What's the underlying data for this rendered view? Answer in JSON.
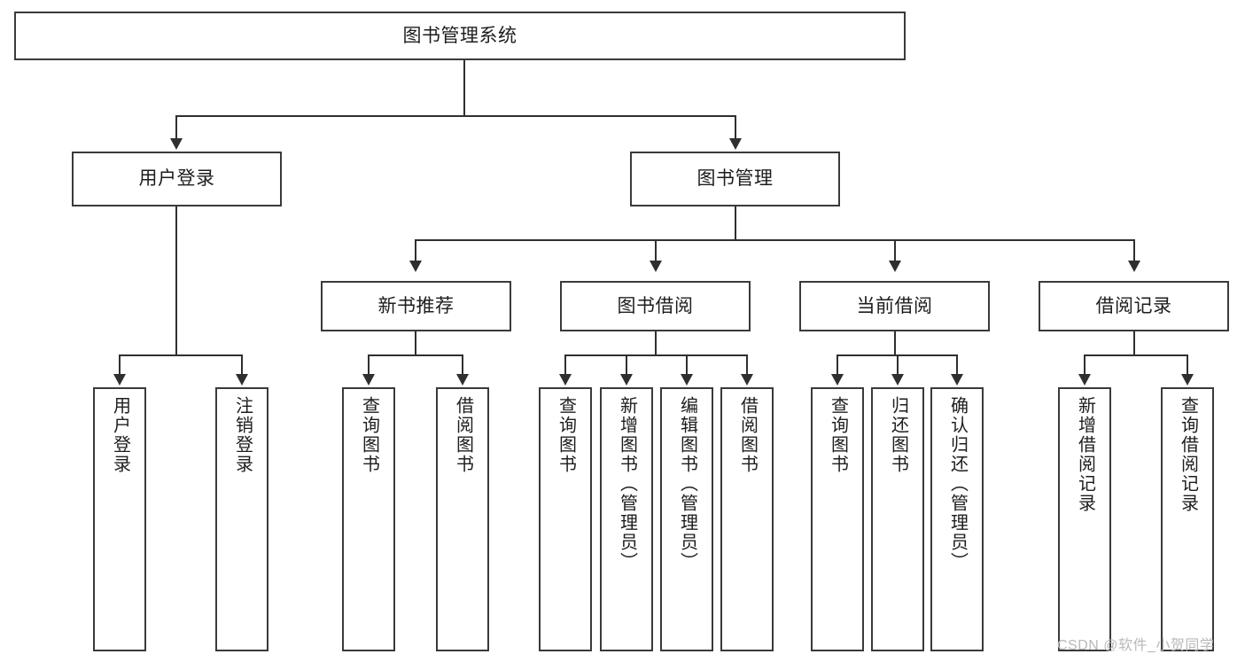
{
  "diagram": {
    "type": "tree-hierarchy-diagram",
    "title": "图书管理系统",
    "root": {
      "id": "root",
      "label": "图书管理系统"
    },
    "level2": [
      {
        "id": "user-login",
        "label": "用户登录"
      },
      {
        "id": "book-management",
        "label": "图书管理"
      }
    ],
    "level3": [
      {
        "id": "new-book-recommend",
        "label": "新书推荐",
        "parent": "book-management"
      },
      {
        "id": "book-borrow",
        "label": "图书借阅",
        "parent": "book-management"
      },
      {
        "id": "current-borrow",
        "label": "当前借阅",
        "parent": "book-management"
      },
      {
        "id": "borrow-record",
        "label": "借阅记录",
        "parent": "book-management"
      }
    ],
    "leaves": {
      "user_login": [
        {
          "id": "leaf-user-login",
          "label": "用户登录"
        },
        {
          "id": "leaf-user-logout",
          "label": "注销登录"
        }
      ],
      "new_book_recommend": [
        {
          "id": "leaf-query-book-1",
          "label": "查询图书"
        },
        {
          "id": "leaf-borrow-book-1",
          "label": "借阅图书"
        }
      ],
      "book_borrow": [
        {
          "id": "leaf-query-book-2",
          "label": "查询图书"
        },
        {
          "id": "leaf-add-book",
          "label": "新增图书（管理员）"
        },
        {
          "id": "leaf-edit-book",
          "label": "编辑图书（管理员）"
        },
        {
          "id": "leaf-borrow-book-2",
          "label": "借阅图书"
        }
      ],
      "current_borrow": [
        {
          "id": "leaf-query-book-3",
          "label": "查询图书"
        },
        {
          "id": "leaf-return-book",
          "label": "归还图书"
        },
        {
          "id": "leaf-confirm-return",
          "label": "确认归还（管理员）"
        }
      ],
      "borrow_record": [
        {
          "id": "leaf-add-record",
          "label": "新增借阅记录"
        },
        {
          "id": "leaf-query-record",
          "label": "查询借阅记录"
        }
      ]
    },
    "colors": {
      "border": "#3a3a3a",
      "line": "#2f2f2f",
      "background": "#ffffff",
      "text": "#1d1d1d",
      "watermark": "#b9b9b9"
    }
  },
  "watermark": {
    "text": "CSDN @软件_小贺同学"
  }
}
